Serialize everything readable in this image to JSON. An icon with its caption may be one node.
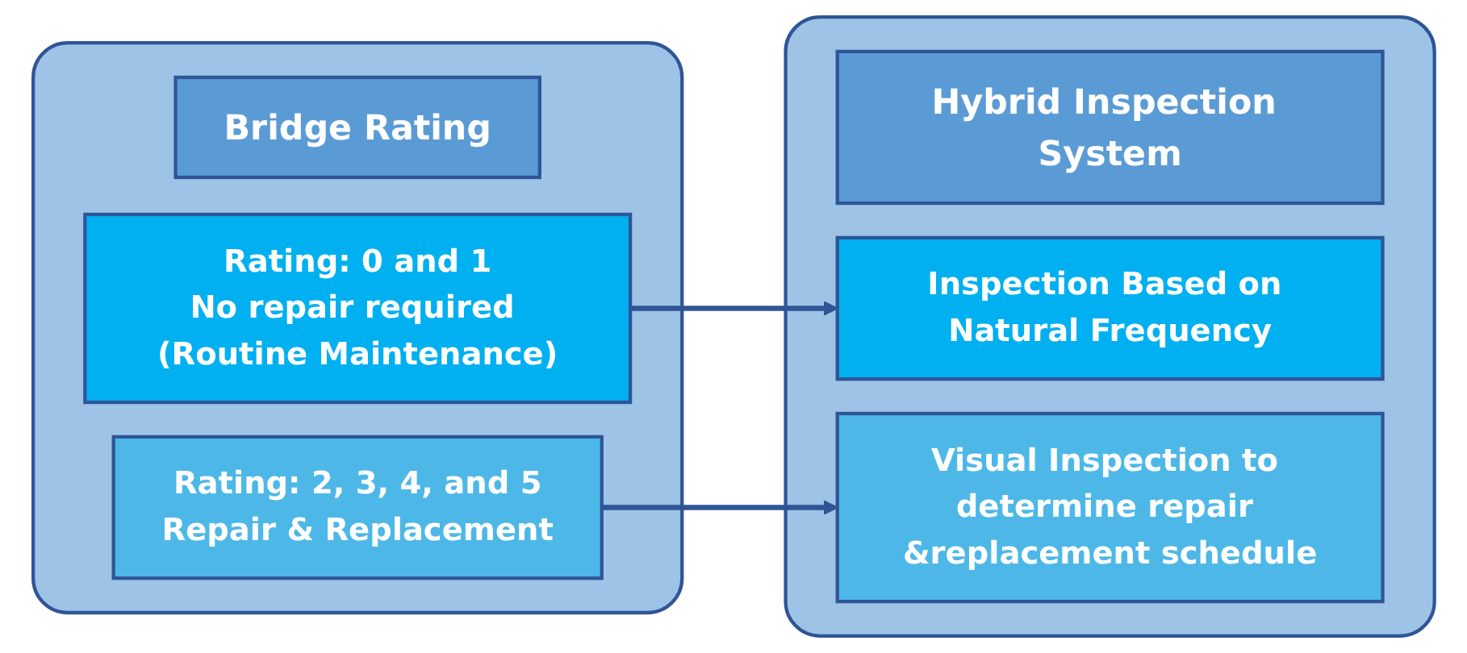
{
  "diagram": {
    "nodes": [
      {
        "text": [],
        "shape": "box"
      },
      {
        "text": [
          "Bridge Rating"
        ],
        "in": 0
      },
      {
        "text": [
          "Rating: 0 and 1",
          "No repair required (Routine Maintenance)"
        ],
        "in": 0
      },
      {
        "text": [
          "Rating: 2, 3, 4, and 5",
          "Repair & Replacement"
        ],
        "in": 0
      },
      {
        "text": [],
        "shape": "box"
      },
      {
        "text": [
          "Hybrid Inspection System"
        ],
        "in": 4
      },
      {
        "text": [
          "Inspection Based on Natural Frequency"
        ],
        "in": 4
      },
      {
        "text": [
          "Visual Inspection to determine repair &replacement schedule"
        ],
        "in": 4
      }
    ],
    "edges": [
      {
        "from": 2,
        "to": 6,
        "arrow": "to"
      },
      {
        "from": 3,
        "to": 7,
        "arrow": "to"
      }
    ]
  }
}
